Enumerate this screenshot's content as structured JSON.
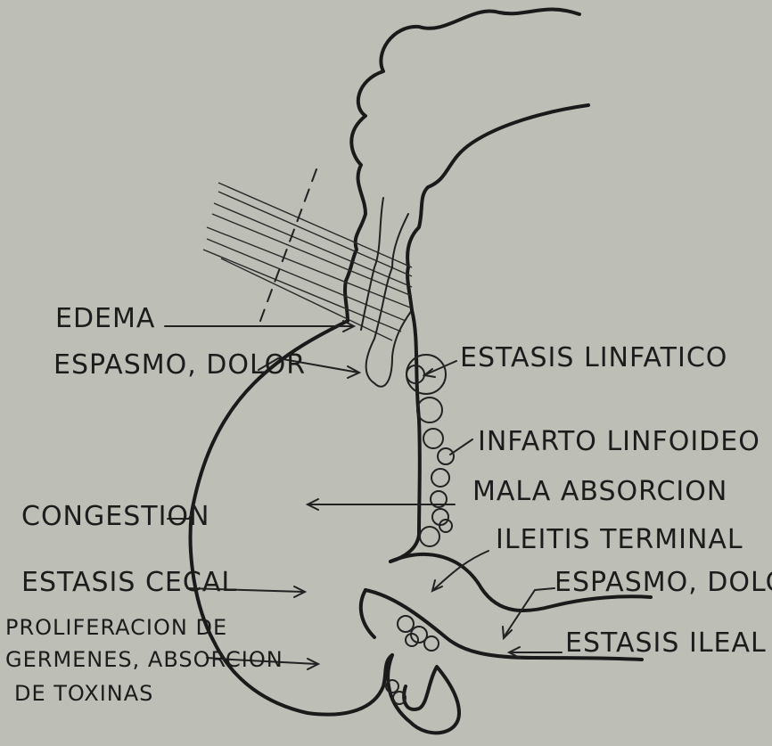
{
  "labels": {
    "edema": "EDEMA",
    "espasmo_dolor_left": "ESPASMO, DOLOR",
    "congestion": "CONGESTION",
    "estasis_cecal": "ESTASIS CECAL",
    "proliferacion_line1": "PROLIFERACION DE",
    "proliferacion_line2": "GERMENES, ABSORCION",
    "proliferacion_line3": "DE TOXINAS",
    "estasis_linfatico": "ESTASIS LINFATICO",
    "infarto_linfoideo": "INFARTO LINFOIDEO",
    "mala_absorcion": "MALA ABSORCION",
    "ileitis_terminal": "ILEITIS TERMINAL",
    "espasmo_dolor_right": "ESPASMO, DOLOR",
    "estasis_ileal": "ESTASIS ILEAL"
  },
  "colors": {
    "paper": "#bdbeb6",
    "ink": "#1a1a1a"
  }
}
